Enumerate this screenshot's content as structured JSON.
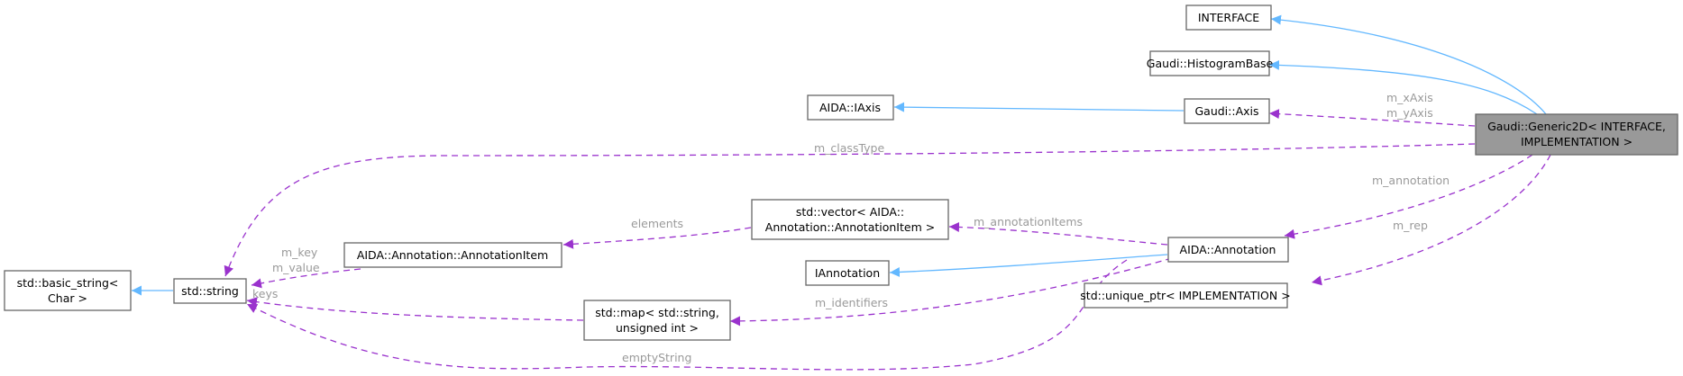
{
  "nodes": {
    "focus": {
      "line1": "Gaudi::Generic2D< INTERFACE,",
      "line2": "IMPLEMENTATION >"
    },
    "interface": {
      "label": "INTERFACE"
    },
    "histogram_base": {
      "label": "Gaudi::HistogramBase"
    },
    "aida_iaxis": {
      "label": "AIDA::IAxis"
    },
    "gaudi_axis": {
      "label": "Gaudi::Axis"
    },
    "aida_annotation": {
      "label": "AIDA::Annotation"
    },
    "unique_ptr": {
      "label": "std::unique_ptr< IMPLEMENTATION >"
    },
    "vector_items": {
      "line1": "std::vector< AIDA::",
      "line2": "Annotation::AnnotationItem >"
    },
    "annotation_item": {
      "label": "AIDA::Annotation::AnnotationItem"
    },
    "iannotation": {
      "label": "IAnnotation"
    },
    "map": {
      "line1": "std::map< std::string,",
      "line2": "unsigned int >"
    },
    "std_string": {
      "label": "std::string"
    },
    "basic_string": {
      "line1": "std::basic_string<",
      "line2": "Char >"
    }
  },
  "edge_labels": {
    "m_xAxis": "m_xAxis",
    "m_yAxis": "m_yAxis",
    "m_classType": "m_classType",
    "m_annotation": "m_annotation",
    "m_rep": "m_rep",
    "m_annotationItems": "m_annotationItems",
    "elements": "elements",
    "m_key": "m_key",
    "m_value": "m_value",
    "keys": "keys",
    "m_identifiers": "m_identifiers",
    "emptyString": "emptyString"
  },
  "colors": {
    "inheritance": "#63b8ff",
    "usage": "#9a32cd",
    "focus_fill": "#999999",
    "edge_label": "#9a9a9a"
  }
}
